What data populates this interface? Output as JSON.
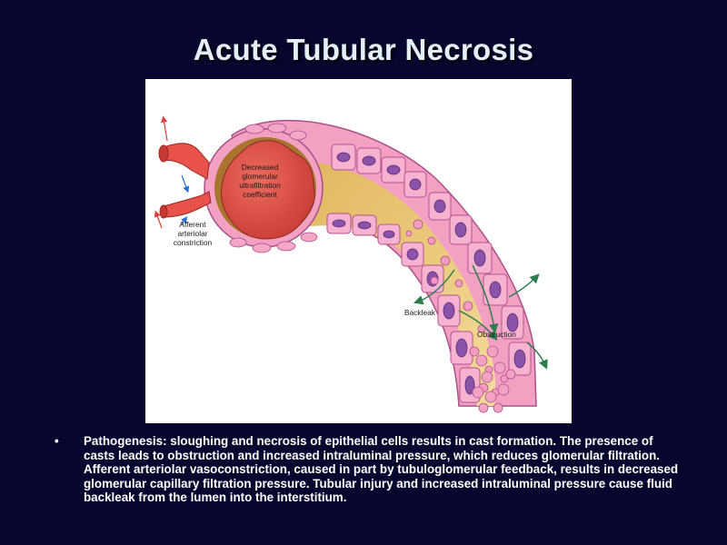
{
  "slide": {
    "title": "Acute Tubular Necrosis"
  },
  "figure": {
    "labels": {
      "glomerulus_line1": "Decreased",
      "glomerulus_line2": "glomerular",
      "glomerulus_line3": "ultrafiltration",
      "glomerulus_line4": "coefficient",
      "afferent_line1": "Afferent",
      "afferent_line2": "arteriolar",
      "afferent_line3": "constriction",
      "backleak": "Backleak",
      "obstruction": "Obstruction"
    },
    "colors": {
      "artery": "#e8524a",
      "capillary_tuft": "#d9463d",
      "capsule_space": "#a8742e",
      "lumen": "#e9c978",
      "cell_pink": "#f6a6c6",
      "nucleus": "#8a52a8",
      "arrows": "#2e7d4f"
    }
  },
  "bullets": [
    {
      "marker": "•",
      "text": "Pathogenesis: sloughing and necrosis of epithelial cells results in cast formation. The presence of casts leads to obstruction and increased intraluminal pressure, which reduces glomerular filtration. Afferent arteriolar vasoconstriction, caused in part by tubuloglomerular feedback, results in decreased glomerular capillary filtration pressure. Tubular injury and increased intraluminal pressure cause fluid backleak from the lumen into the interstitium."
    }
  ]
}
